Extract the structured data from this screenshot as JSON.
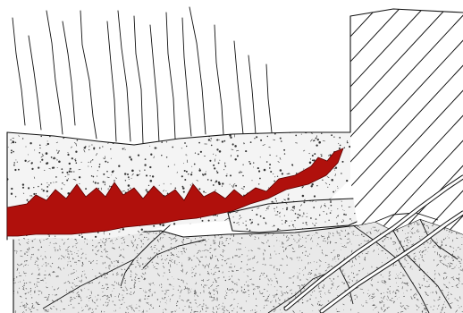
{
  "colors": {
    "background": "#ffffff",
    "ink": "#111111",
    "coarse_layer_fill": "#f4f4f4",
    "coarse_layer_speckle": "#333333",
    "fine_layer_fill": "#e9e9e9",
    "fine_layer_speckle": "#555555",
    "vein_fill": "#b0100c",
    "vein_outline": "#5a0000",
    "wall_hatch": "#111111"
  },
  "icons": {
    "vertical_lines": "fracture-lines",
    "wall": "hatched-block",
    "vein": "red-band"
  }
}
